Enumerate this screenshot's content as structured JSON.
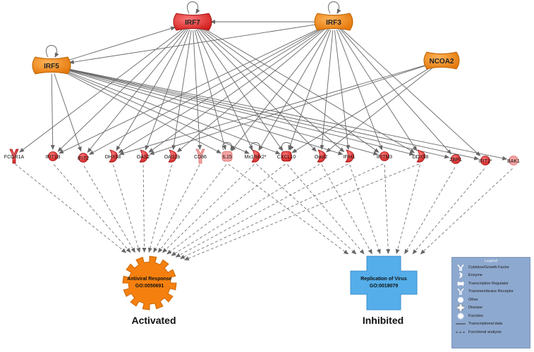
{
  "regulators": [
    {
      "id": "IRF7",
      "label": "IRF7"
    },
    {
      "id": "IRF3",
      "label": "IRF3"
    },
    {
      "id": "IRF5",
      "label": "IRF5"
    },
    {
      "id": "NCOA2",
      "label": "NCOA2"
    }
  ],
  "genes": [
    {
      "id": "FCGR1A",
      "label": "FCGR1A",
      "shape": "receptor"
    },
    {
      "id": "IFIT1B",
      "label": "IFIT1B",
      "shape": "other"
    },
    {
      "id": "IFIT2",
      "label": "IFIT2",
      "shape": "other"
    },
    {
      "id": "DHX58",
      "label": "DHX58",
      "shape": "enzyme"
    },
    {
      "id": "OAS2",
      "label": "OAS2",
      "shape": "enzyme"
    },
    {
      "id": "OAS1b",
      "label": "OAS1b",
      "shape": "enzyme"
    },
    {
      "id": "CD86",
      "label": "CD86",
      "shape": "receptor"
    },
    {
      "id": "IL15",
      "label": "IL15",
      "shape": "cytokine"
    },
    {
      "id": "Mx1Mx2",
      "label": "Mx1/Mx2*",
      "shape": "enzyme"
    },
    {
      "id": "CXCL10",
      "label": "CXCL10",
      "shape": "cytokine"
    },
    {
      "id": "Oasl2",
      "label": "Oasl2",
      "shape": "enzyme"
    },
    {
      "id": "IFIH1",
      "label": "IFIH1",
      "shape": "enzyme"
    },
    {
      "id": "IFITM3",
      "label": "IFITM3",
      "shape": "other"
    },
    {
      "id": "DDX58",
      "label": "DDX58",
      "shape": "enzyme"
    },
    {
      "id": "ZBP1",
      "label": "ZBP1",
      "shape": "other"
    },
    {
      "id": "IFIT1",
      "label": "IFIT1*",
      "shape": "other"
    },
    {
      "id": "BAK1",
      "label": "BAK1",
      "shape": "other"
    }
  ],
  "functions": {
    "antiviral": {
      "line1": "Antiviral Response",
      "line2": "GO:0050691",
      "state": "Activated"
    },
    "virus": {
      "line1": "Replication of Virus",
      "line2": "GO:0019079",
      "state": "Inhibited"
    }
  },
  "colors": {
    "node_red": "#e8383b",
    "node_orange": "#f08a1d",
    "edge": "#666666",
    "activated": "#f5800f",
    "inhibited": "#55aeea"
  },
  "legend": {
    "title": "Legend",
    "items": [
      {
        "icon": "cytokine-icon",
        "label": "Cytokine/Growth Factor"
      },
      {
        "icon": "enzyme-icon",
        "label": "Enzyme"
      },
      {
        "icon": "transcription-regulator-icon",
        "label": "Transcription Regulator"
      },
      {
        "icon": "transmembrane-receptor-icon",
        "label": "Transmembrane Receptor"
      },
      {
        "icon": "other-icon",
        "label": "Other"
      },
      {
        "icon": "disease-icon",
        "label": "Disease"
      },
      {
        "icon": "function-icon",
        "label": "Function"
      },
      {
        "icon": "solid-line-icon",
        "label": "Transcriptional data"
      },
      {
        "icon": "dashed-line-icon",
        "label": "Functional analysis"
      }
    ]
  },
  "edges_regulatory": [
    [
      "IRF3",
      "IRF7"
    ],
    [
      "IRF5",
      "IRF7"
    ],
    [
      "IRF3",
      "IRF5"
    ],
    [
      "IRF7",
      "FCGR1A"
    ],
    [
      "IRF7",
      "IFIT1B"
    ],
    [
      "IRF7",
      "IFIT2"
    ],
    [
      "IRF7",
      "DHX58"
    ],
    [
      "IRF7",
      "OAS2"
    ],
    [
      "IRF7",
      "OAS1b"
    ],
    [
      "IRF7",
      "CD86"
    ],
    [
      "IRF7",
      "IL15"
    ],
    [
      "IRF7",
      "Mx1Mx2"
    ],
    [
      "IRF7",
      "CXCL10"
    ],
    [
      "IRF7",
      "Oasl2"
    ],
    [
      "IRF7",
      "IFIH1"
    ],
    [
      "IRF7",
      "IFITM3"
    ],
    [
      "IRF7",
      "DDX58"
    ],
    [
      "IRF3",
      "IFIT1B"
    ],
    [
      "IRF3",
      "IFIT2"
    ],
    [
      "IRF3",
      "DHX58"
    ],
    [
      "IRF3",
      "OAS2"
    ],
    [
      "IRF3",
      "OAS1b"
    ],
    [
      "IRF3",
      "IL15"
    ],
    [
      "IRF3",
      "Mx1Mx2"
    ],
    [
      "IRF3",
      "CXCL10"
    ],
    [
      "IRF3",
      "Oasl2"
    ],
    [
      "IRF3",
      "IFIH1"
    ],
    [
      "IRF3",
      "IFITM3"
    ],
    [
      "IRF3",
      "DDX58"
    ],
    [
      "IRF3",
      "ZBP1"
    ],
    [
      "IRF3",
      "IFIT1"
    ],
    [
      "IRF5",
      "IFIT1B"
    ],
    [
      "IRF5",
      "IFIT2"
    ],
    [
      "IRF5",
      "IL15"
    ],
    [
      "IRF5",
      "Mx1Mx2"
    ],
    [
      "IRF5",
      "CXCL10"
    ],
    [
      "IRF5",
      "IFIH1"
    ],
    [
      "IRF5",
      "IFITM3"
    ],
    [
      "IRF5",
      "DDX58"
    ],
    [
      "IRF5",
      "ZBP1"
    ],
    [
      "IRF5",
      "IFIT1"
    ],
    [
      "IRF5",
      "BAK1"
    ],
    [
      "NCOA2",
      "DHX58"
    ],
    [
      "NCOA2",
      "OAS2"
    ],
    [
      "NCOA2",
      "CXCL10"
    ],
    [
      "NCOA2",
      "Oasl2"
    ]
  ],
  "self_loops": [
    "IRF7",
    "IRF3",
    "IRF5",
    "IL15",
    "Mx1Mx2",
    "CXCL10"
  ],
  "edges_functional_antiviral": [
    "FCGR1A",
    "IFIT1B",
    "IFIT2",
    "DHX58",
    "OAS2",
    "OAS1b",
    "CD86",
    "IL15",
    "Mx1Mx2",
    "CXCL10",
    "Oasl2",
    "IFIH1",
    "IFITM3",
    "DDX58"
  ],
  "edges_functional_virus": [
    "IL15",
    "Mx1Mx2",
    "CXCL10",
    "Oasl2",
    "IFIH1",
    "IFITM3",
    "DDX58",
    "ZBP1",
    "IFIT1",
    "BAK1"
  ]
}
